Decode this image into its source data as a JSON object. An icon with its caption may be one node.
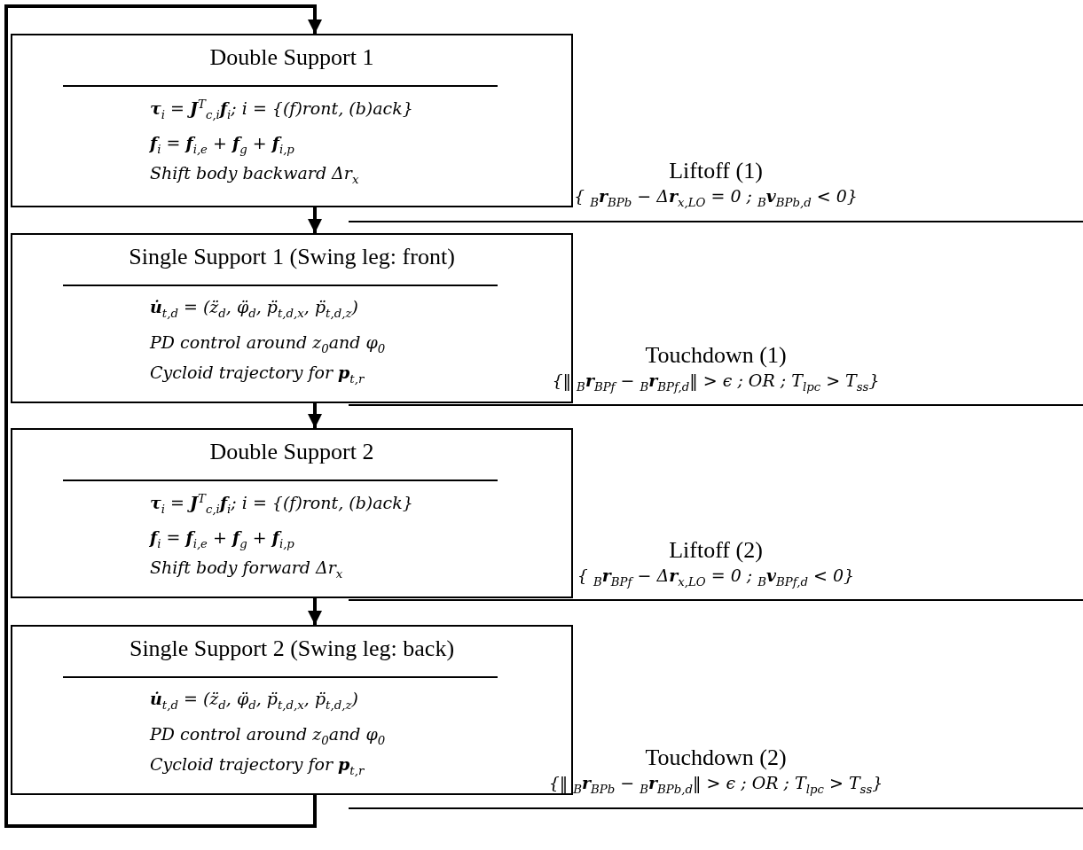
{
  "diagram": {
    "nodes": [
      {
        "text": [
          "Double Support 1",
          "**τ**$_{i}$ = **J**$^{T}$$_{c,i}$**f**$_{i}$;  i = {(f)ront, (b)ack}",
          "**f**$_{i}$ = **f**$_{i,e}$ + **f**$_{g}$ + **f**$_{i,p}$",
          "Shift body backward Δr$_{x}$"
        ]
      },
      {
        "text": [
          "Single Support 1 (Swing leg: front)",
          "**u̇**$_{t,d}$ = (z̈$_{d}$, φ̈$_{d}$, p̈$_{t,d,x}$, p̈$_{t,d,z}$)",
          "PD control around z$_{0}$and φ$_{0}$",
          "Cycloid trajectory for **p**$_{t,r}$"
        ]
      },
      {
        "text": [
          "Double Support 2",
          "**τ**$_{i}$ = **J**$^{T}$$_{c,i}$**f**$_{i}$;  i = {(f)ront, (b)ack}",
          "**f**$_{i}$ = **f**$_{i,e}$ + **f**$_{g}$ + **f**$_{i,p}$",
          "Shift body forward Δr$_{x}$"
        ]
      },
      {
        "text": [
          "Single Support 2 (Swing leg: back)",
          "**u̇**$_{t,d}$ = (z̈$_{d}$, φ̈$_{d}$, p̈$_{t,d,x}$, p̈$_{t,d,z}$)",
          "PD control around z$_{0}$and φ$_{0}$",
          "Cycloid trajectory for **p**$_{t,r}$"
        ]
      }
    ],
    "edges": [
      {
        "from": 0,
        "to": 1,
        "arrow": "to"
      },
      {
        "from": 1,
        "to": 2,
        "arrow": "to"
      },
      {
        "from": 2,
        "to": 3,
        "arrow": "to"
      },
      {
        "from": 3,
        "to": 0,
        "arrow": "to"
      }
    ],
    "labels": [
      "Liftoff (1)",
      "{ $_{B}$**r**$_{BPb}$ − Δ**r**$_{x,LO}$ = 0 ; $_{B}$**v**$_{BPb,d}$ < 0}",
      "Touchdown (1)",
      "{‖ $_{B}$**r**$_{BPf}$ − $_{B}$**r**$_{BPf,d}$‖ > ϵ ; OR ; T$_{lpc}$ > T$_{ss}$}",
      "Liftoff (2)",
      "{ $_{B}$**r**$_{BPf}$ − Δ**r**$_{x,LO}$ = 0 ; $_{B}$**v**$_{BPf,d}$ < 0}",
      "Touchdown (2)",
      "{‖ $_{B}$**r**$_{BPb}$ − $_{B}$**r**$_{BPb,d}$‖ > ϵ ; OR ; T$_{lpc}$ > T$_{ss}$}"
    ]
  }
}
